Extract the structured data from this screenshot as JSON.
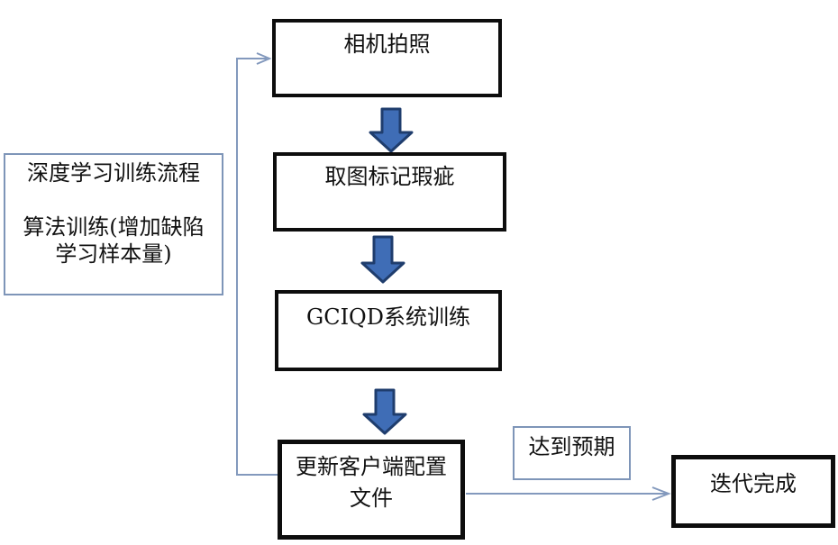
{
  "diagram": {
    "type": "flowchart",
    "nodes": {
      "camera": {
        "label": "相机拍照"
      },
      "mark": {
        "label": "取图标记瑕疵"
      },
      "train": {
        "label": "GCIQD系统训练"
      },
      "update": {
        "label": "更新客户端配置\n文件"
      },
      "note": {
        "label": "深度学习训练流程\n\n算法训练(增加缺陷\n学习样本量)"
      },
      "expect": {
        "label": "达到预期"
      },
      "done": {
        "label": "迭代完成"
      }
    },
    "edges": [
      {
        "from": "camera",
        "to": "mark",
        "style": "block-arrow-down"
      },
      {
        "from": "mark",
        "to": "train",
        "style": "block-arrow-down"
      },
      {
        "from": "train",
        "to": "update",
        "style": "block-arrow-down"
      },
      {
        "from": "update",
        "to": "camera",
        "style": "thin-elbow-arrow-feedback"
      },
      {
        "from": "update",
        "to": "done",
        "style": "thin-arrow-right",
        "label_node": "expect"
      }
    ],
    "colors": {
      "background": "#ffffff",
      "process_border": "#0d0d0d",
      "note_border": "#7e95b8",
      "connector_line": "#8399bd",
      "block_arrow_fill": "#3f6db6",
      "block_arrow_stroke": "#1f3d6d",
      "text": "#111111"
    }
  }
}
